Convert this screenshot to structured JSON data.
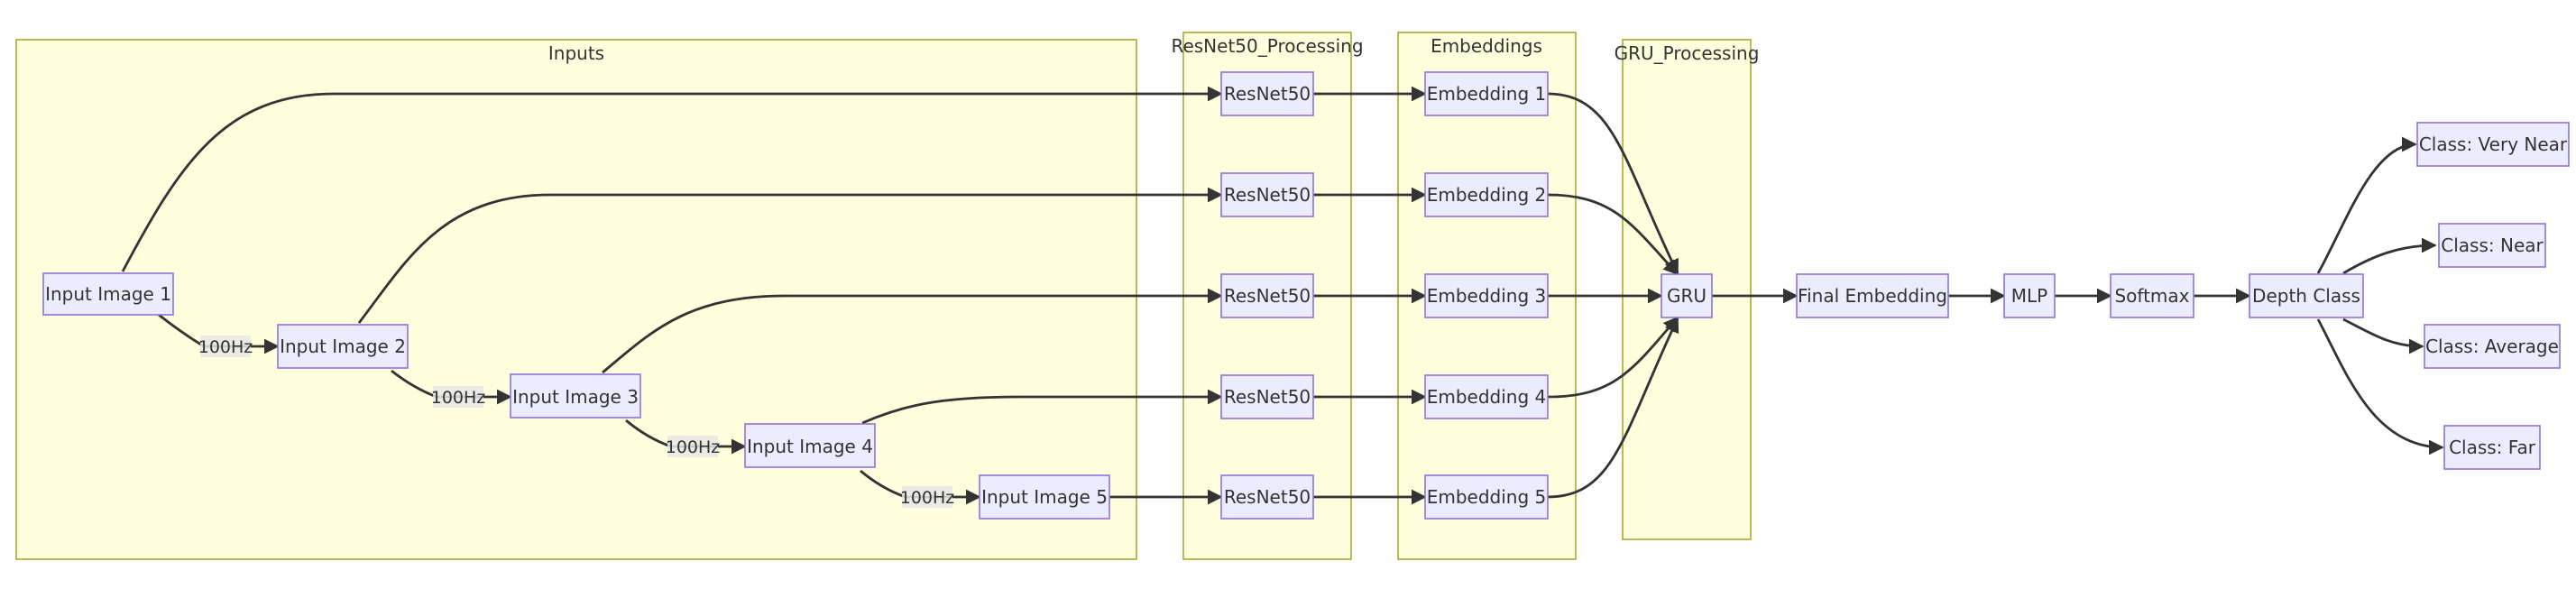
{
  "clusters": {
    "inputs": "Inputs",
    "resnet": "ResNet50_Processing",
    "embeddings": "Embeddings",
    "gru": "GRU_Processing"
  },
  "nodes": {
    "input1": "Input Image 1",
    "input2": "Input Image 2",
    "input3": "Input Image 3",
    "input4": "Input Image 4",
    "input5": "Input Image 5",
    "resnet1": "ResNet50",
    "resnet2": "ResNet50",
    "resnet3": "ResNet50",
    "resnet4": "ResNet50",
    "resnet5": "ResNet50",
    "emb1": "Embedding 1",
    "emb2": "Embedding 2",
    "emb3": "Embedding 3",
    "emb4": "Embedding 4",
    "emb5": "Embedding 5",
    "gru": "GRU",
    "final": "Final Embedding",
    "mlp": "MLP",
    "softmax": "Softmax",
    "depth": "Depth Class",
    "veryNear": "Class: Very Near",
    "near": "Class: Near",
    "average": "Class: Average",
    "far": "Class: Far"
  },
  "edge_labels": {
    "e12": "100Hz",
    "e23": "100Hz",
    "e34": "100Hz",
    "e45": "100Hz"
  }
}
